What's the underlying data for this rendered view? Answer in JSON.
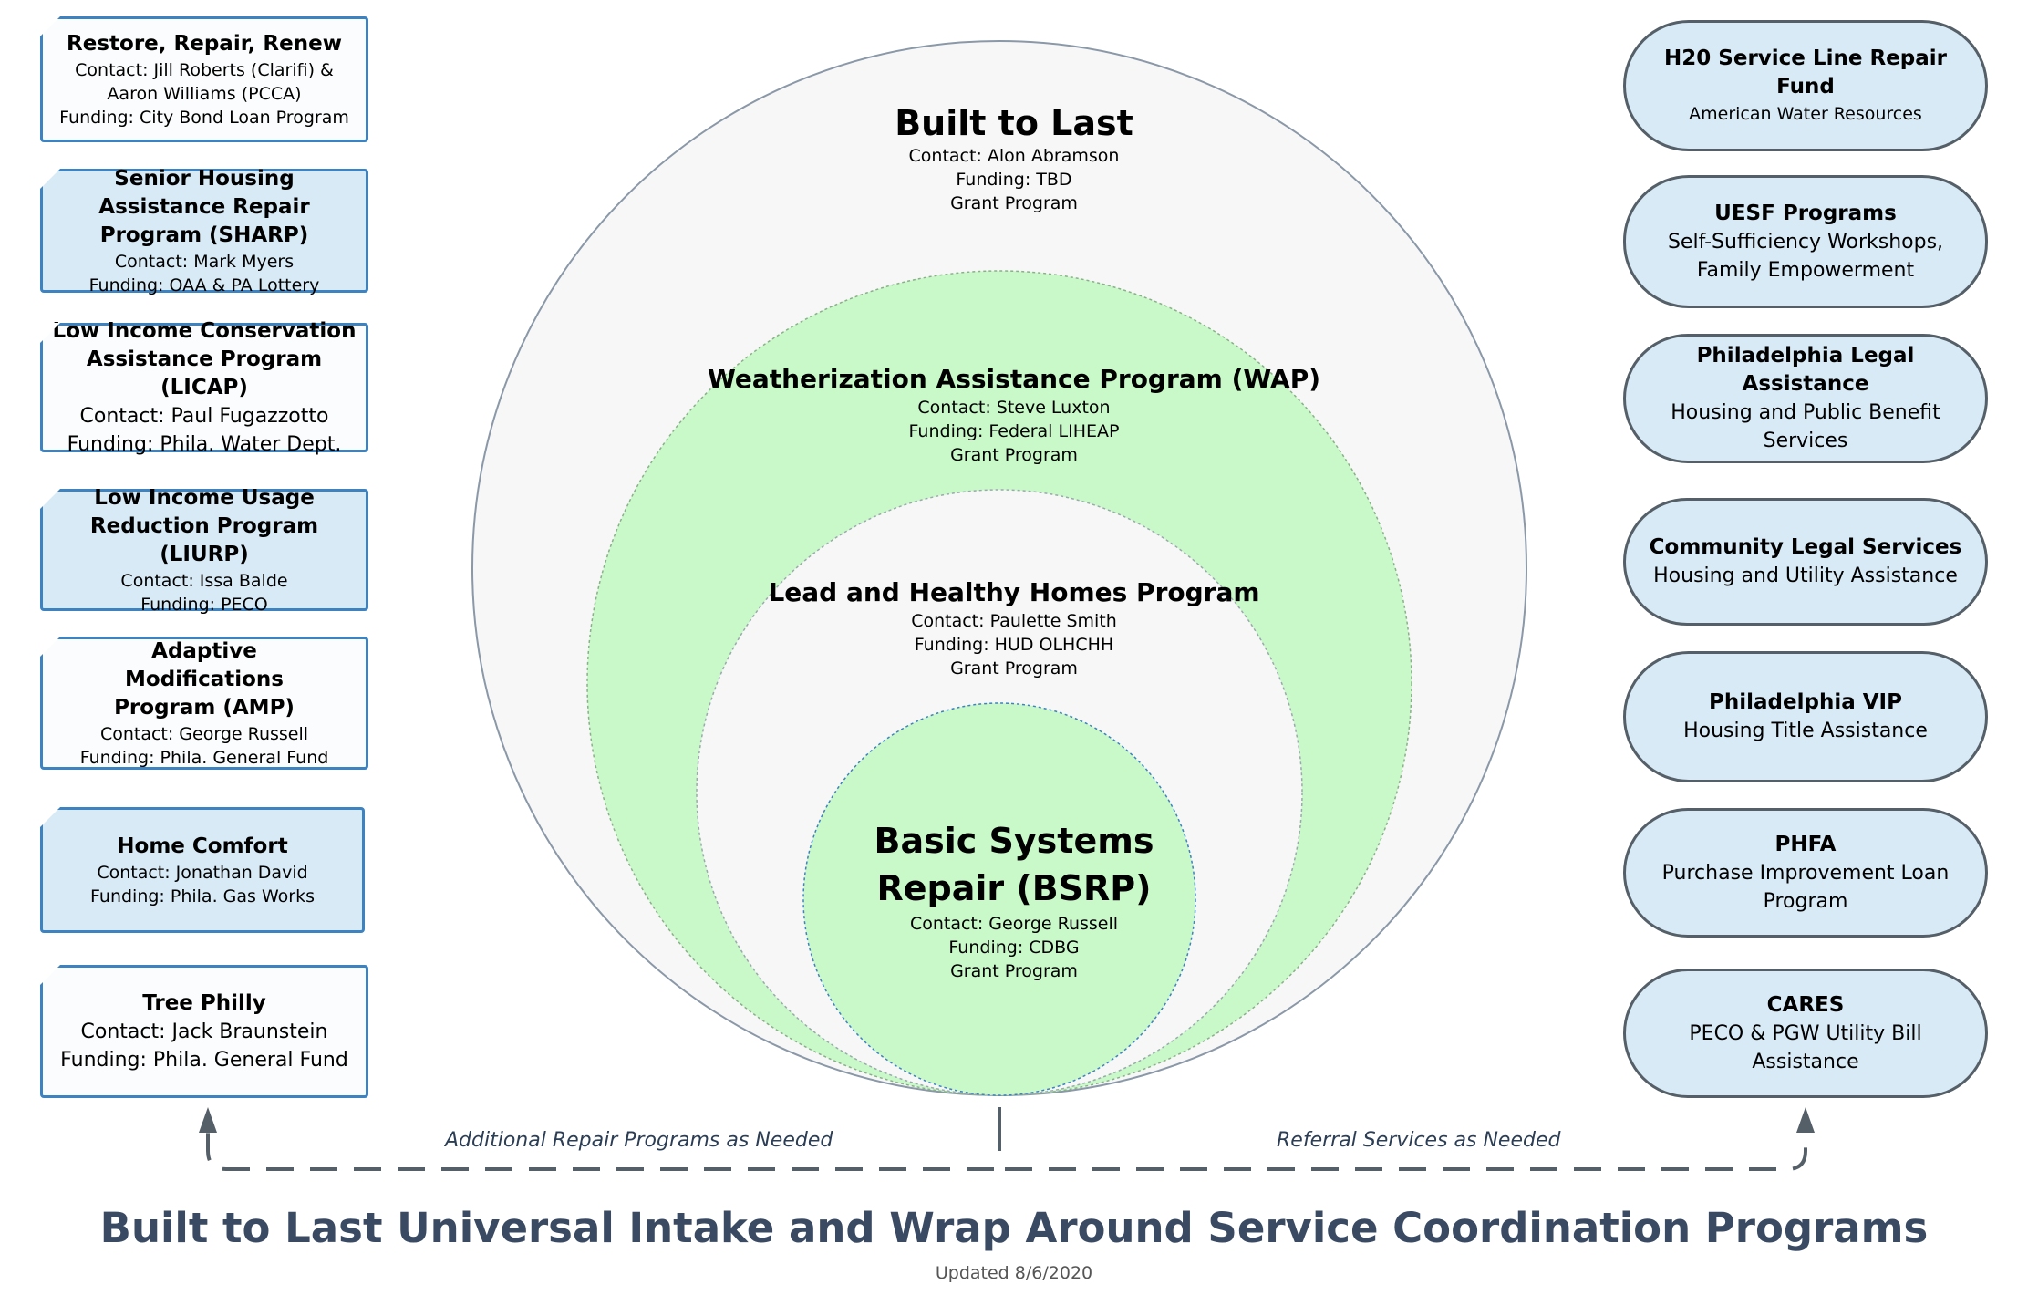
{
  "left_programs": [
    {
      "title": "Restore, Repair, Renew",
      "details": [
        "Contact: Jill Roberts (Clarifi) &",
        "Aaron Williams (PCCA)",
        "Funding: City Bond Loan Program"
      ]
    },
    {
      "title": "Senior Housing Assistance Repair Program (SHARP)",
      "details": [
        "Contact: Mark Myers",
        "Funding: OAA & PA Lottery"
      ]
    },
    {
      "title": "Low Income Conservation Assistance Program (LICAP)",
      "details": [
        "Contact: Paul Fugazzotto",
        "Funding: Phila. Water Dept."
      ]
    },
    {
      "title": "Low Income Usage Reduction Program (LIURP)",
      "details": [
        "Contact: Issa Balde",
        "Funding: PECO"
      ]
    },
    {
      "title": "Adaptive Modifications Program (AMP)",
      "details": [
        "Contact: George Russell",
        "Funding: Phila. General Fund"
      ]
    },
    {
      "title": "Home Comfort",
      "details": [
        "Contact: Jonathan David",
        "Funding: Phila. Gas Works"
      ]
    },
    {
      "title": "Tree Philly",
      "details": [
        "Contact: Jack Braunstein",
        "Funding: Phila. General Fund"
      ]
    }
  ],
  "right_services": [
    {
      "title": "H20 Service Line Repair Fund",
      "detail": "American Water Resources"
    },
    {
      "title": "UESF Programs",
      "detail": "Self-Sufficiency Workshops, Family Empowerment"
    },
    {
      "title": "Philadelphia Legal Assistance",
      "detail": "Housing and Public Benefit Services"
    },
    {
      "title": "Community Legal Services",
      "detail": "Housing and Utility Assistance"
    },
    {
      "title": "Philadelphia VIP",
      "detail": "Housing Title Assistance"
    },
    {
      "title": "PHFA",
      "detail": "Purchase Improvement Loan Program"
    },
    {
      "title": "CARES",
      "detail": "PECO & PGW Utility Bill Assistance"
    }
  ],
  "circles": {
    "outer": {
      "title": "Built to Last",
      "lines": [
        "Contact: Alon Abramson",
        "Funding: TBD",
        "Grant Program"
      ]
    },
    "second": {
      "title": "Weatherization Assistance Program (WAP)",
      "lines": [
        "Contact: Steve Luxton",
        "Funding: Federal LIHEAP",
        "Grant Program"
      ]
    },
    "third": {
      "title": "Lead and Healthy Homes Program",
      "lines": [
        "Contact: Paulette Smith",
        "Funding: HUD OLHCHH",
        "Grant Program"
      ]
    },
    "inner": {
      "title_line1": "Basic Systems",
      "title_line2": "Repair (BSRP)",
      "lines": [
        "Contact: George Russell",
        "Funding: CDBG",
        "Grant Program"
      ]
    }
  },
  "flow": {
    "left_label": "Additional Repair Programs as Needed",
    "right_label": "Referral Services as Needed"
  },
  "footer": {
    "title": "Built to Last Universal Intake and Wrap Around Service Coordination Programs",
    "updated": "Updated 8/6/2020"
  },
  "colors": {
    "box_border": "#3d82c1",
    "light_blue": "#d8eaf6",
    "green": "#c9f9c9",
    "outer_circle": "#f7f7f7",
    "title": "#3a4a62",
    "arrow": "#555f68"
  }
}
